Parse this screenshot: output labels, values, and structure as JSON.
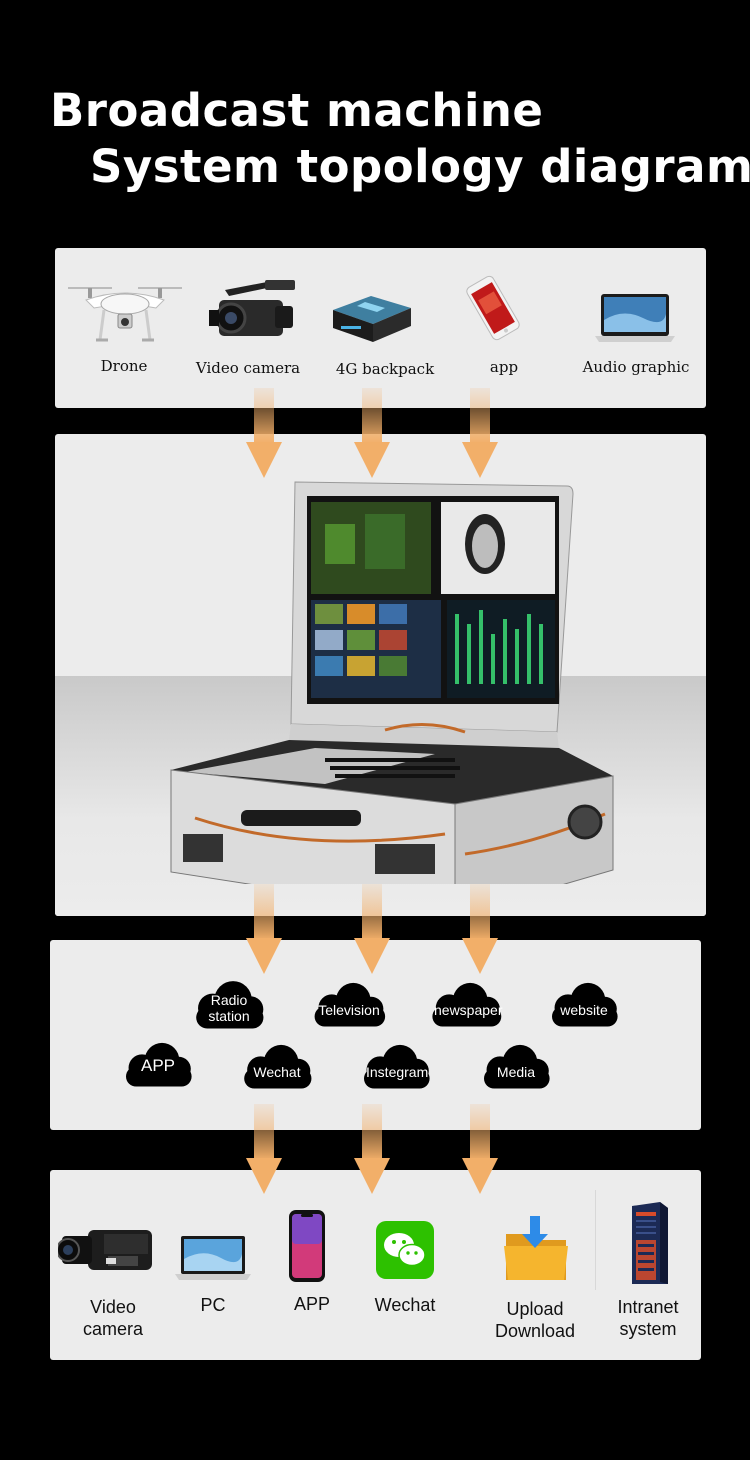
{
  "title": {
    "line1": "Broadcast machine",
    "line2": "System topology diagram"
  },
  "sources": [
    {
      "label": "Drone",
      "icon": "drone-icon"
    },
    {
      "label": "Video camera",
      "icon": "video-camera-icon"
    },
    {
      "label": "4G backpack",
      "icon": "4g-backpack-icon"
    },
    {
      "label": "app",
      "icon": "smartphone-icon"
    },
    {
      "label": "Audio graphic",
      "icon": "laptop-icon"
    }
  ],
  "destinations": [
    {
      "label": "Radio station"
    },
    {
      "label": "Television"
    },
    {
      "label": "newspaper"
    },
    {
      "label": "website"
    },
    {
      "label": "APP"
    },
    {
      "label": "Wechat"
    },
    {
      "label": "Instegram"
    },
    {
      "label": "Media"
    }
  ],
  "outputs": [
    {
      "line1": "Video",
      "line2": "camera",
      "icon": "camcorder-icon"
    },
    {
      "line1": "PC",
      "line2": "",
      "icon": "laptop-icon"
    },
    {
      "line1": "APP",
      "line2": "",
      "icon": "smartphone-icon"
    },
    {
      "line1": "Wechat",
      "line2": "",
      "icon": "wechat-icon"
    },
    {
      "line1": "Upload",
      "line2": "Download",
      "icon": "folder-download-icon"
    },
    {
      "line1": "Intranet",
      "line2": "system",
      "icon": "server-icon"
    }
  ],
  "colors": {
    "background": "#000000",
    "panel": "#ececec",
    "arrow": "#f2af69",
    "cloud": "#000000",
    "wechat": "#2dc100",
    "folder": "#f5b52e",
    "download_arrow": "#2d8be8"
  }
}
